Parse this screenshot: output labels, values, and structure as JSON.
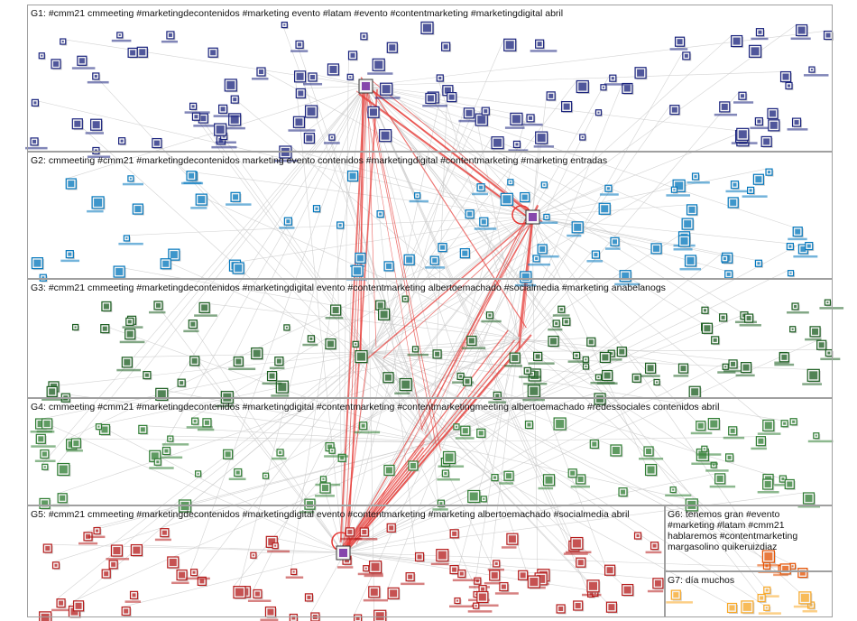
{
  "groups": [
    {
      "id": "G1",
      "label": "G1: #cmm21 cmmeeting #marketingdecontenidos #marketing evento #latam #evento #contentmarketing #marketingdigital abril",
      "color": "#1a237e"
    },
    {
      "id": "G2",
      "label": "G2: cmmeeting #cmm21 #marketingdecontenidos marketing evento contenidos #marketingdigital #contentmarketing #marketing entradas",
      "color": "#0277bd"
    },
    {
      "id": "G3",
      "label": "G3: #cmm21 cmmeeting #marketingdecontenidos #marketingdigital evento #contentmarketing albertoemachado #socialmedia #marketing anabelanogs",
      "color": "#1b5e20"
    },
    {
      "id": "G4",
      "label": "G4: cmmeeting #cmm21 #marketingdecontenidos #marketingdigital #contentmarketing #contentmarketingmeeting albertoemachado #redessociales contenidos abril",
      "color": "#2e7d32"
    },
    {
      "id": "G5",
      "label": "G5: #cmm21 cmmeeting #marketingdecontenidos #marketingdigital evento #contentmarketing #marketing albertoemachado #socialmedia abril",
      "color": "#b71c1c"
    },
    {
      "id": "G6",
      "label": "G6: tenemos gran #evento #marketing #latam #cmm21 hablaremos #contentmarketing margasolino quikeruizdiaz",
      "color": "#e65100"
    },
    {
      "id": "G7",
      "label": "G7: día muchos",
      "color": "#f9a825"
    }
  ],
  "colors": {
    "edge": "#c8c8c8",
    "hub_edge": "#e53935",
    "border": "#a0a0a0"
  }
}
